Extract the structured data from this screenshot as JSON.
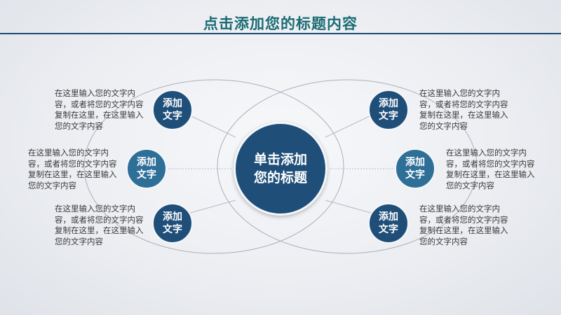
{
  "header": {
    "title": "点击添加您的标题内容"
  },
  "center_node": {
    "line1": "单击添加",
    "line2": "您的标题"
  },
  "nodes": [
    {
      "line1": "添加",
      "line2": "文字",
      "text": "在这里输入您的文字内容，或者将您的文字内容复制在这里，在这里输入您的文字内容"
    },
    {
      "line1": "添加",
      "line2": "文字",
      "text": "在这里输入您的文字内容，或者将您的文字内容复制在这里，在这里输入您的文字内容"
    },
    {
      "line1": "添加",
      "line2": "文字",
      "text": "在这里输入您的文字内容，或者将您的文字内容复制在这里，在这里输入您的文字内容"
    },
    {
      "line1": "添加",
      "line2": "文字",
      "text": "在这里输入您的文字内容，或者将您的文字内容复制在这里，在这里输入您的文字内容"
    },
    {
      "line1": "添加",
      "line2": "文字",
      "text": "在这里输入您的文字内容，或者将您的文字内容复制在这里，在这里输入您的文字内容"
    },
    {
      "line1": "添加",
      "line2": "文字",
      "text": "在这里输入您的文字内容，或者将您的文字内容复制在这里，在这里输入您的文字内容"
    }
  ],
  "colors": {
    "title": "#1a6b73",
    "node_dark": "#1f4e79",
    "node_light": "#2e6f98",
    "rule": "#1c4b6e"
  }
}
